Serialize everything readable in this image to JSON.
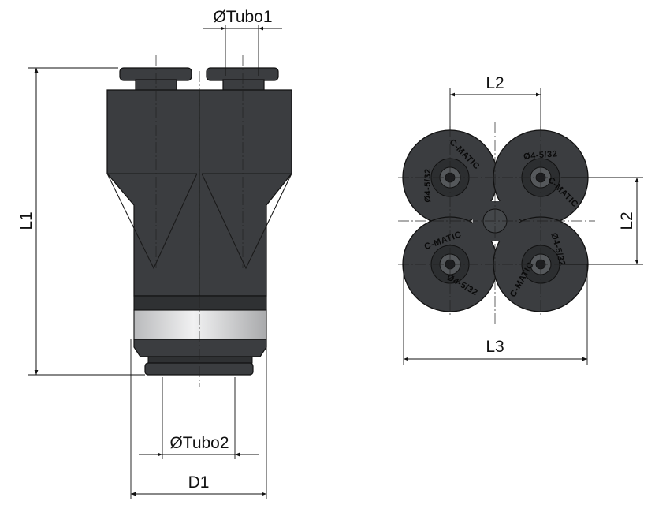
{
  "dimensions": {
    "tubo1": "ØTubo1",
    "tubo2": "ØTubo2",
    "l1": "L1",
    "d1": "D1",
    "l2_top": "L2",
    "l2_side": "L2",
    "l3": "L3"
  },
  "port_marks": {
    "brand": "C-MATIC",
    "size": "Ø4-5/32"
  },
  "colors": {
    "body": "#3b3d40",
    "body_dark": "#2a2c2e",
    "collet_ring": "#d8d9da",
    "line": "#111111"
  }
}
